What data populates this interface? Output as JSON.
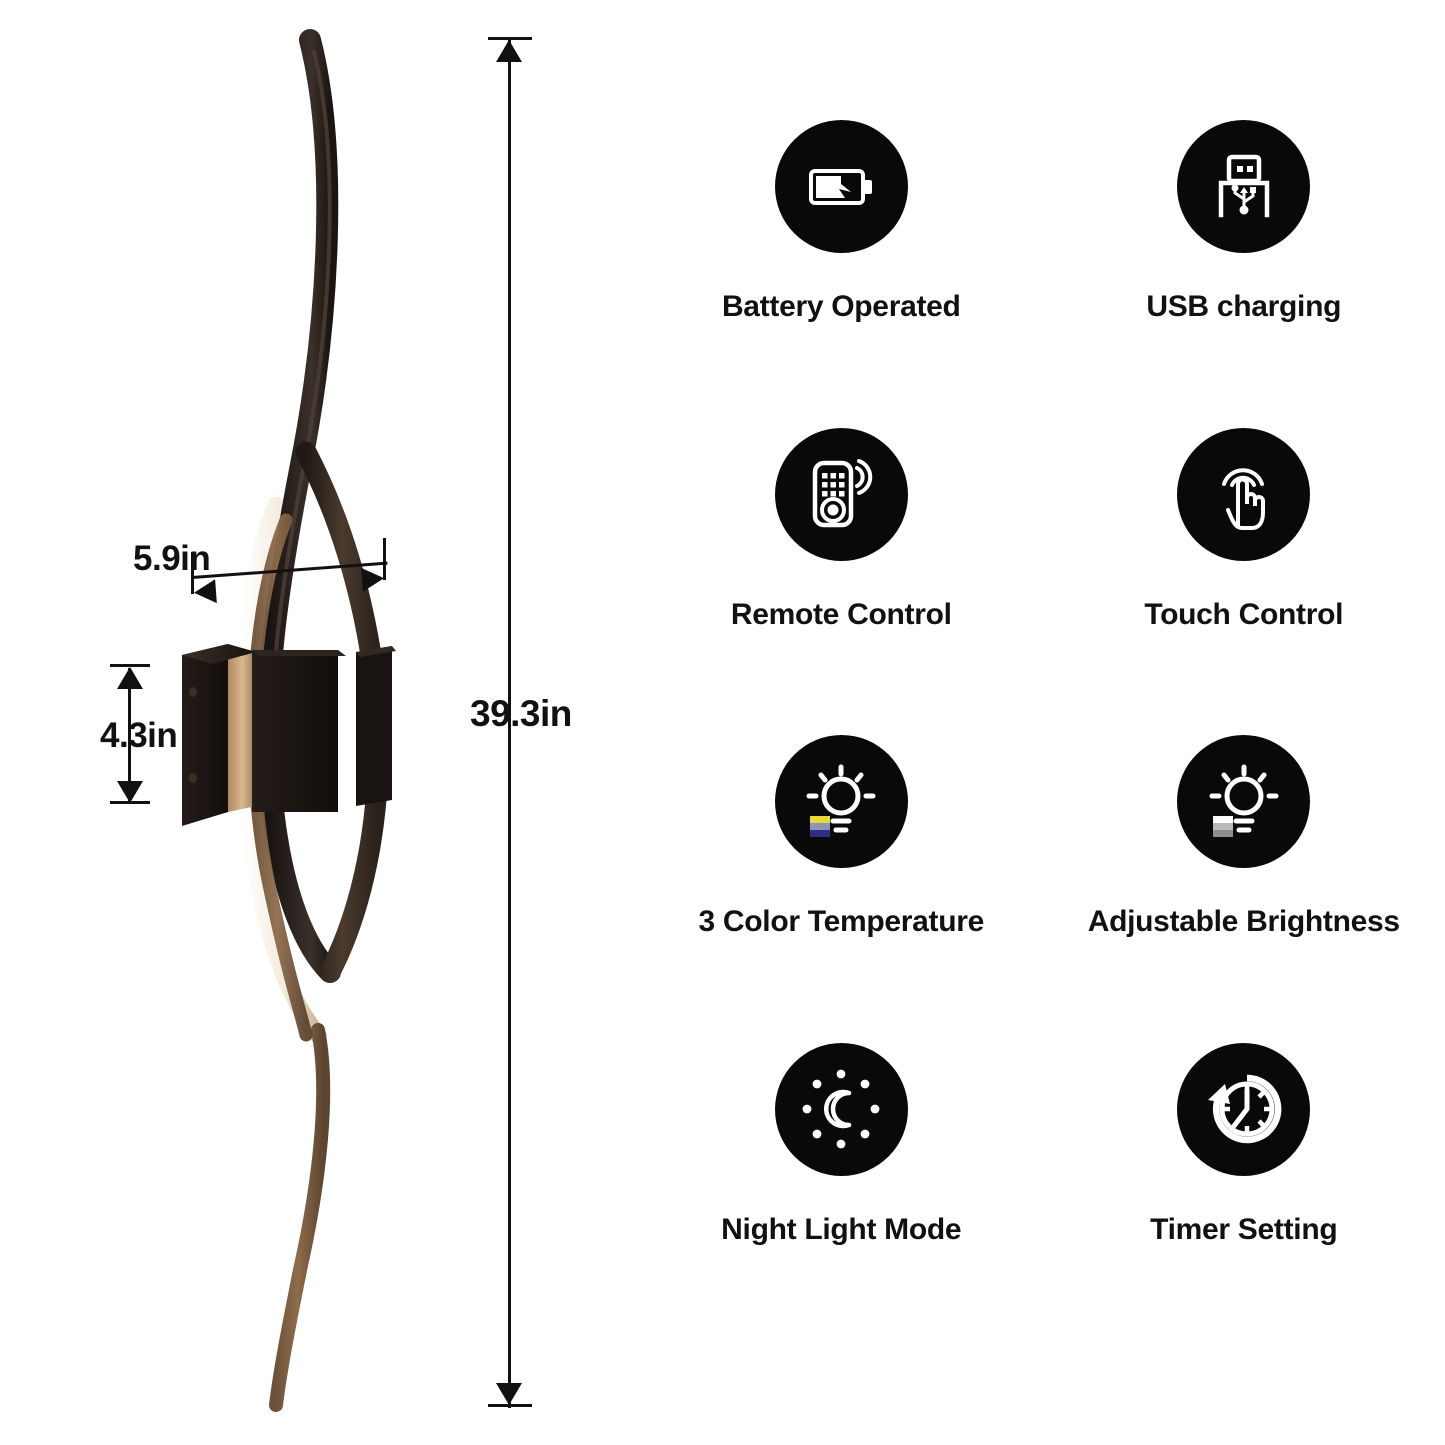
{
  "product": {
    "name": "curved-led-wall-sconce",
    "colors": {
      "arm_dark": "#2b2320",
      "arm_mid": "#4a3a30",
      "arm_light": "#8a6a4d",
      "base_dark": "#231c19",
      "base_lit": "#c9a279",
      "glow": "#f6efe4"
    }
  },
  "dimensions": {
    "height": {
      "label": "39.3in",
      "name": "total-height"
    },
    "width": {
      "label": "5.9in",
      "name": "overall-width"
    },
    "base_height": {
      "label": "4.3in",
      "name": "base-height"
    }
  },
  "features": [
    {
      "label": "Battery Operated",
      "icon": "battery-charging-icon"
    },
    {
      "label": "USB charging",
      "icon": "usb-plug-icon"
    },
    {
      "label": "Remote Control",
      "icon": "remote-control-icon"
    },
    {
      "label": "Touch Control",
      "icon": "touch-hand-icon"
    },
    {
      "label": "3 Color Temperature",
      "icon": "bulb-color-temperature-icon"
    },
    {
      "label": "Adjustable Brightness",
      "icon": "bulb-brightness-icon"
    },
    {
      "label": "Night Light Mode",
      "icon": "moon-night-light-icon"
    },
    {
      "label": "Timer Setting",
      "icon": "clock-timer-icon"
    }
  ],
  "icon_swatches": {
    "color_temperature": [
      "#e8d838",
      "#8f93b8",
      "#2f2f86"
    ],
    "brightness": [
      "#ffffff",
      "#b9b9b9",
      "#8d8d8d"
    ]
  },
  "theme": {
    "badge_color": "#090909",
    "icon_color": "#ffffff",
    "text_color": "#111111",
    "background": "#ffffff"
  }
}
